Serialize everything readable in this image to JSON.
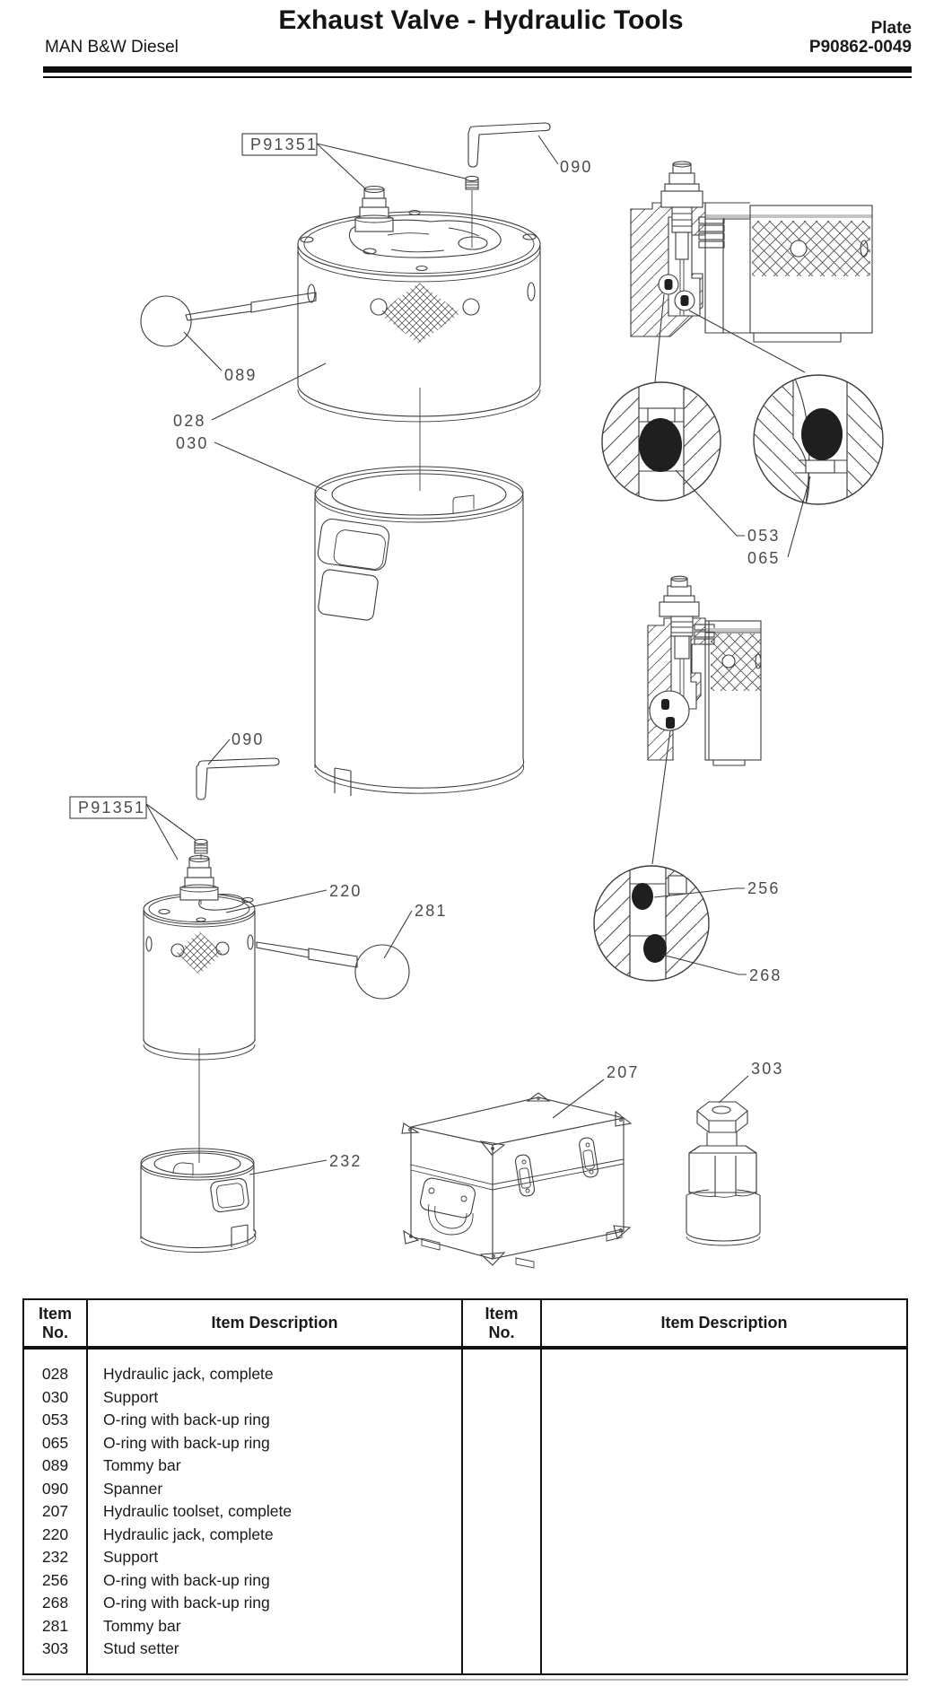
{
  "header": {
    "title": "Exhaust Valve - Hydraulic Tools",
    "company": "MAN B&W Diesel",
    "plate_label": "Plate",
    "plate_number": "P90862-0049"
  },
  "diagram": {
    "ref_tag_top": "P91351",
    "ref_tag_bottom": "P91351",
    "callouts": {
      "spanner_top": "090",
      "tommy_bar_top": "089",
      "jack_top": "028",
      "support_top": "030",
      "oring_a": "053",
      "oring_b": "065",
      "spanner_bottom": "090",
      "jack_bottom": "220",
      "tommy_bar_bottom": "281",
      "support_bottom": "232",
      "oring_c": "256",
      "oring_d": "268",
      "toolbox": "207",
      "stud_setter": "303"
    }
  },
  "table": {
    "headers": [
      {
        "l1": "Item",
        "l2": "No."
      },
      {
        "l1": "Item Description",
        "l2": ""
      },
      {
        "l1": "Item",
        "l2": "No."
      },
      {
        "l1": "Item Description",
        "l2": ""
      }
    ],
    "rows": [
      {
        "no": "028",
        "desc": "Hydraulic jack, complete"
      },
      {
        "no": "030",
        "desc": "Support"
      },
      {
        "no": "053",
        "desc": "O-ring with back-up ring"
      },
      {
        "no": "065",
        "desc": "O-ring with back-up ring"
      },
      {
        "no": "089",
        "desc": "Tommy bar"
      },
      {
        "no": "090",
        "desc": "Spanner"
      },
      {
        "no": "207",
        "desc": "Hydraulic toolset, complete"
      },
      {
        "no": "220",
        "desc": "Hydraulic jack, complete"
      },
      {
        "no": "232",
        "desc": "Support"
      },
      {
        "no": "256",
        "desc": "O-ring with back-up ring"
      },
      {
        "no": "268",
        "desc": "O-ring with back-up ring"
      },
      {
        "no": "281",
        "desc": "Tommy bar"
      },
      {
        "no": "303",
        "desc": "Stud setter"
      }
    ]
  }
}
